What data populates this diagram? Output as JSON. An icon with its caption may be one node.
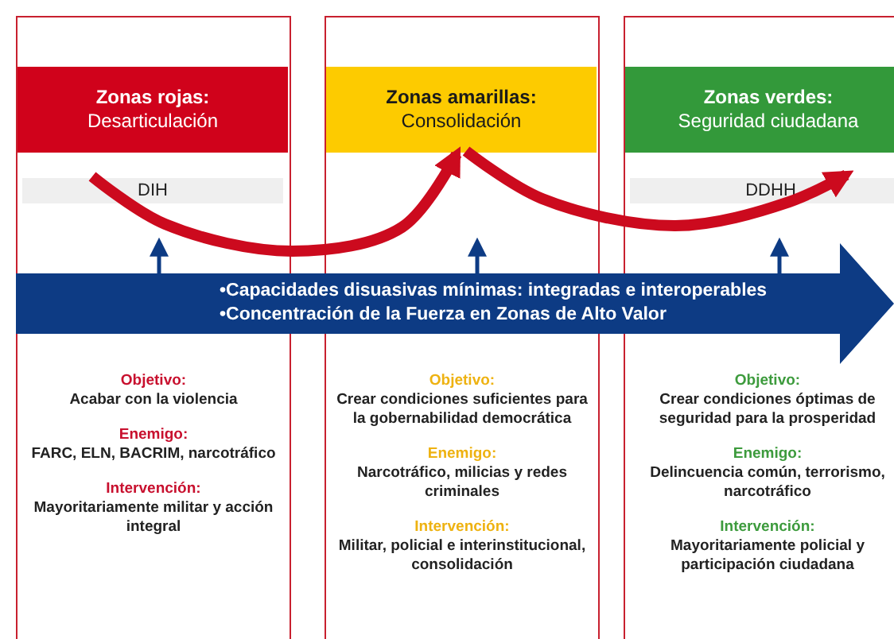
{
  "diagram": {
    "nodes": [
      {
        "text": [
          "Objetivo:",
          "Acabar con la violencia",
          "Enemigo:",
          "FARC, ELN, BACRIM, narcotráfico",
          "Intervención:",
          "Mayoritariamente militar y acción integral"
        ]
      },
      {
        "text": [
          "Zonas rojas:",
          "Desarticulación"
        ],
        "in": 0
      },
      {
        "text": [
          "DIH"
        ],
        "in": 0
      },
      {
        "text": [
          "Objetivo:",
          "Crear condiciones suficientes para la gobernabilidad democrática",
          "Enemigo:",
          "Narcotráfico, milicias y redes criminales",
          "Intervención:",
          "Militar, policial e interinstitucional, consolidación"
        ]
      },
      {
        "text": [
          "Zonas amarillas:",
          "Consolidación"
        ],
        "in": 3
      },
      {
        "text": [
          "Objetivo:",
          "Crear condiciones óptimas de seguridad para la prosperidad",
          "Enemigo:",
          "Delincuencia común, terrorismo, narcotráfico",
          "Intervención:",
          "Mayoritariamente policial y participación ciudadana"
        ]
      },
      {
        "text": [
          "Zonas verdes:",
          "Seguridad ciudadana"
        ],
        "in": 5
      },
      {
        "text": [
          "DDHH"
        ],
        "in": 5
      },
      {
        "text": [
          "•Capacidades disuasivas mínimas: integradas e interoperables",
          "•Concentración de la Fuerza en Zonas de Alto Valor"
        ]
      }
    ],
    "edges": [
      {
        "from": 2,
        "to": 4,
        "arrow": "to",
        "style": "thick",
        "color": "#cc0a1e"
      },
      {
        "from": 4,
        "to": 7,
        "arrow": "to",
        "style": "thick",
        "color": "#cc0a1e"
      },
      {
        "from": 8,
        "to": null,
        "arrow": "to"
      },
      {
        "from": 8,
        "to": null,
        "arrow": "to"
      },
      {
        "from": 8,
        "to": null,
        "arrow": "to"
      }
    ]
  }
}
